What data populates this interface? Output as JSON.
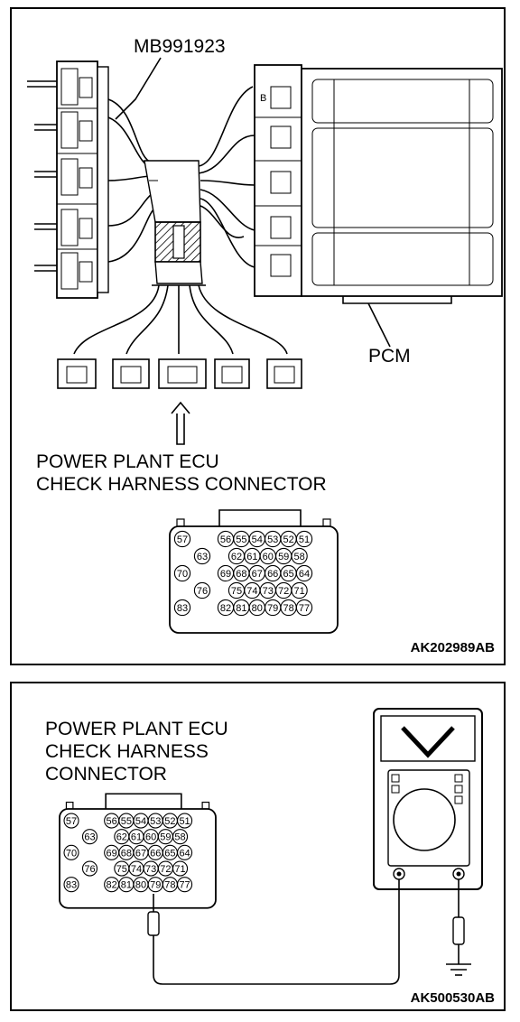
{
  "panel1": {
    "tool_label": "MB991923",
    "pcm_label": "PCM",
    "connector_title_line1": "POWER PLANT ECU",
    "connector_title_line2": "CHECK HARNESS CONNECTOR",
    "figure_code": "AK202989AB"
  },
  "panel2": {
    "connector_title_line1": "POWER PLANT ECU",
    "connector_title_line2": "CHECK HARNESS",
    "connector_title_line3": "CONNECTOR",
    "figure_code": "AK500530AB"
  },
  "connector_pins": {
    "row1_left": "57",
    "row1": [
      "56",
      "55",
      "54",
      "53",
      "52",
      "51"
    ],
    "row2_left": "63",
    "row2": [
      "62",
      "61",
      "60",
      "59",
      "58"
    ],
    "row3_left": "70",
    "row3": [
      "69",
      "68",
      "67",
      "66",
      "65",
      "64"
    ],
    "row4_left": "76",
    "row4": [
      "75",
      "74",
      "73",
      "72",
      "71"
    ],
    "row5_left": "83",
    "row5": [
      "82",
      "81",
      "80",
      "79",
      "78",
      "77"
    ]
  },
  "pcm_connector_mark": "B"
}
